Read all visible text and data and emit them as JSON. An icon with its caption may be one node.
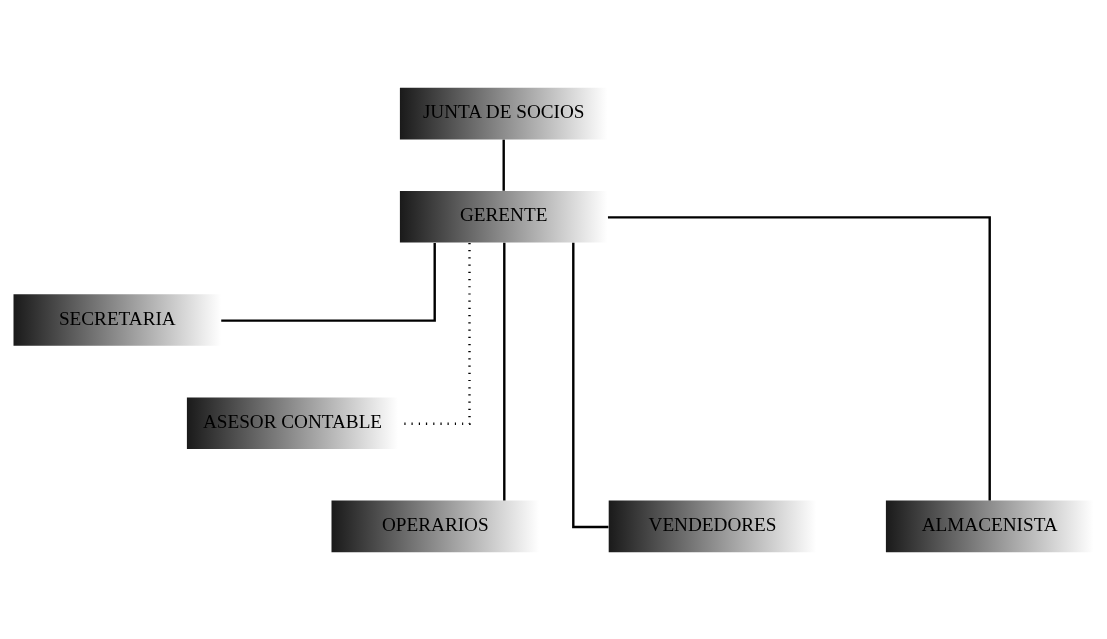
{
  "diagram": {
    "nodes": [
      {
        "text": [
          "JUNTA DE SOCIOS"
        ]
      },
      {
        "text": [
          "GERENTE"
        ]
      },
      {
        "text": [
          "SECRETARIA"
        ]
      },
      {
        "text": [
          "ASESOR CONTABLE"
        ]
      },
      {
        "text": [
          "OPERARIOS"
        ]
      },
      {
        "text": [
          "VENDEDORES"
        ]
      },
      {
        "text": [
          "ALMACENISTA"
        ]
      }
    ],
    "edges": [
      {
        "from": 0,
        "to": 1,
        "arrow": "none"
      },
      {
        "from": 1,
        "to": 2,
        "arrow": "none"
      },
      {
        "from": 1,
        "to": 3,
        "arrow": "none",
        "style": "dashed"
      },
      {
        "from": 1,
        "to": 4,
        "arrow": "none"
      },
      {
        "from": 1,
        "to": 5,
        "arrow": "none"
      },
      {
        "from": 1,
        "to": 6,
        "arrow": "none"
      }
    ]
  }
}
